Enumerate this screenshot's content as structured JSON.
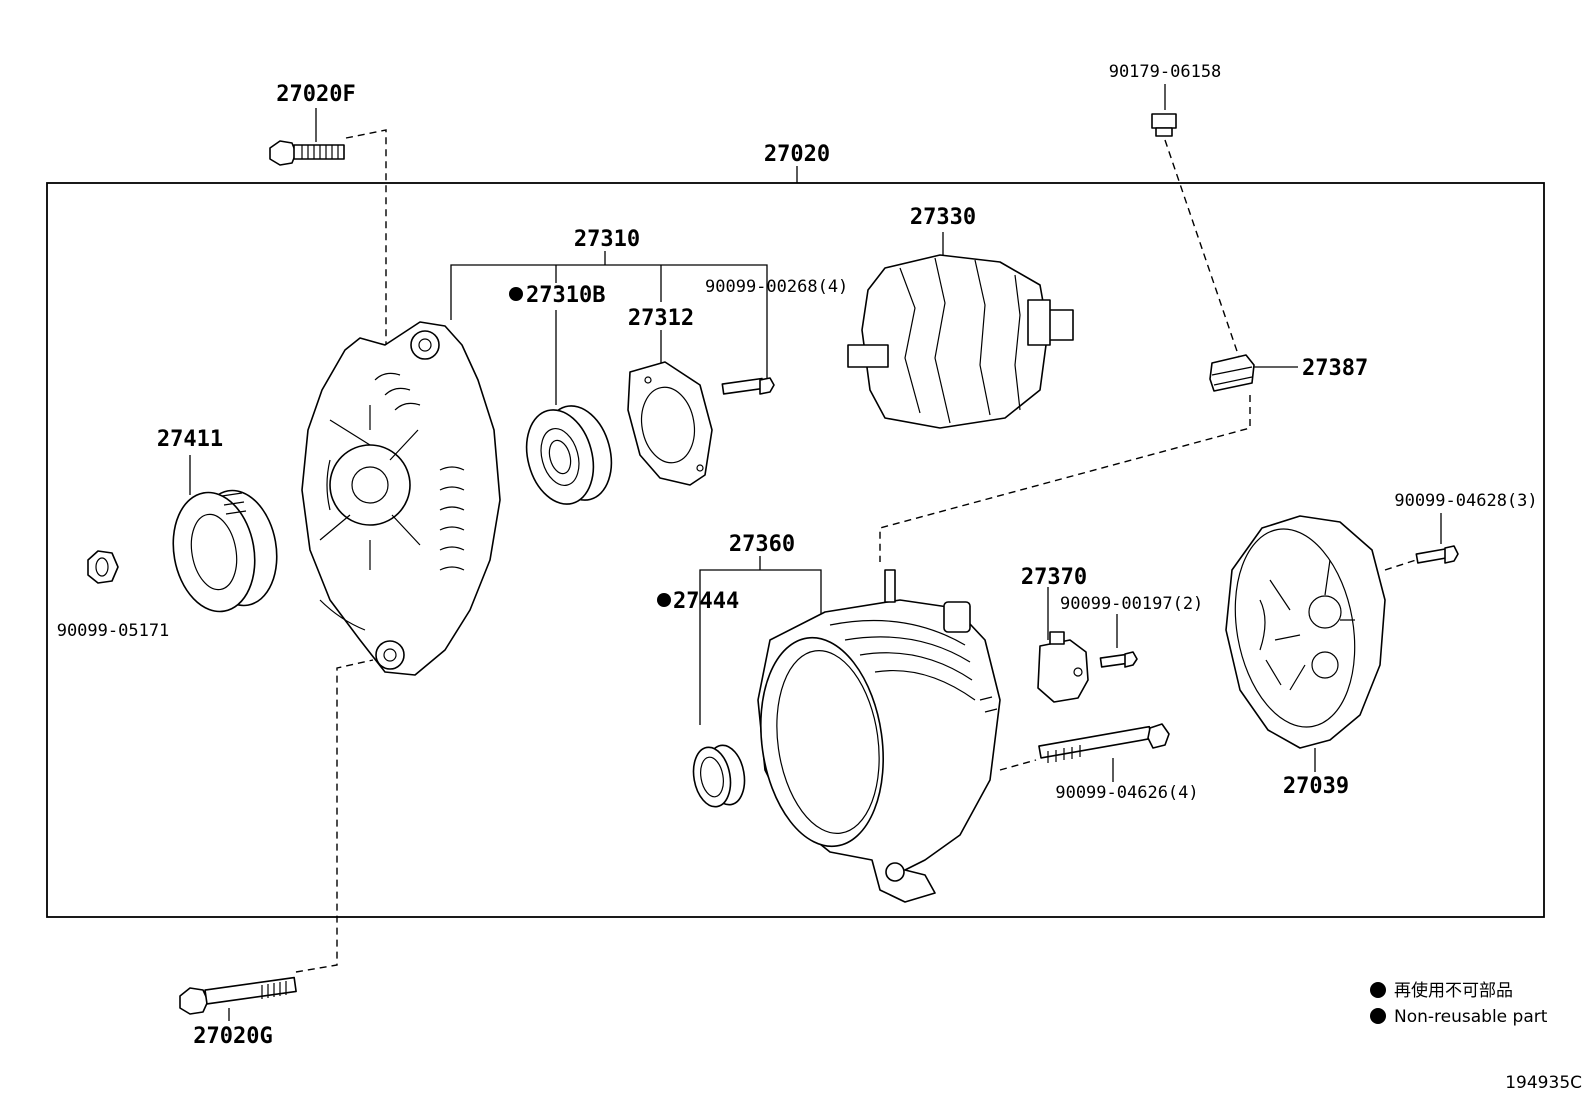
{
  "labels": {
    "assembly": "27020",
    "bolt_top": "27020F",
    "bolt_bottom": "27020G",
    "frame_kit": "27310",
    "bearing": "27310B",
    "retainer": "27312",
    "screw_retainer": "90099-00268(4)",
    "rotor": "27330",
    "nut_top": "90179-06158",
    "terminal_insulator": "27387",
    "pulley": "27411",
    "pulley_nut": "90099-05171",
    "stator_frame": "27360",
    "bearing_rear": "27444",
    "brush_holder": "27370",
    "screw_brush": "90099-00197(2)",
    "through_bolt": "90099-04626(4)",
    "rear_cover": "27039",
    "cover_screw": "90099-04628(3)"
  },
  "legend": {
    "line_ja": "再使用不可部品",
    "line_en": "Non-reusable part"
  },
  "diagram_id": "194935C"
}
